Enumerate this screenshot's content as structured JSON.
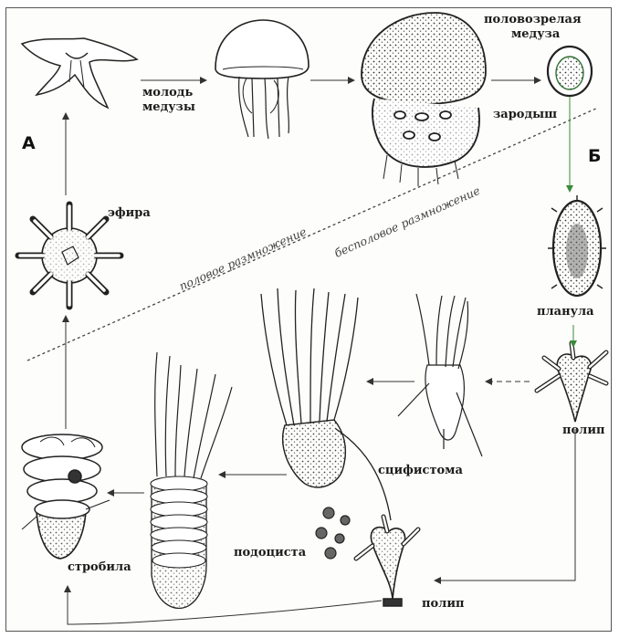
{
  "labels": {
    "young_medusa_1": "молодь",
    "young_medusa_2": "медузы",
    "adult_medusa_1": "половозрелая",
    "adult_medusa_2": "медуза",
    "embryo": "зародыш",
    "planula": "планула",
    "polyp_top": "полип",
    "scyphistoma": "сцифистома",
    "podocyst": "подоциста",
    "polyp_bottom": "полип",
    "strobila": "стробила",
    "ephyra": "эфира"
  },
  "markers": {
    "a": "А",
    "b": "Б"
  },
  "divider": {
    "sexual": "половое размножение",
    "asexual": "бесполовое размножение"
  },
  "colors": {
    "ink": "#1c1c1c",
    "arrow_green": "#3a8a3a",
    "line": "#555555"
  }
}
